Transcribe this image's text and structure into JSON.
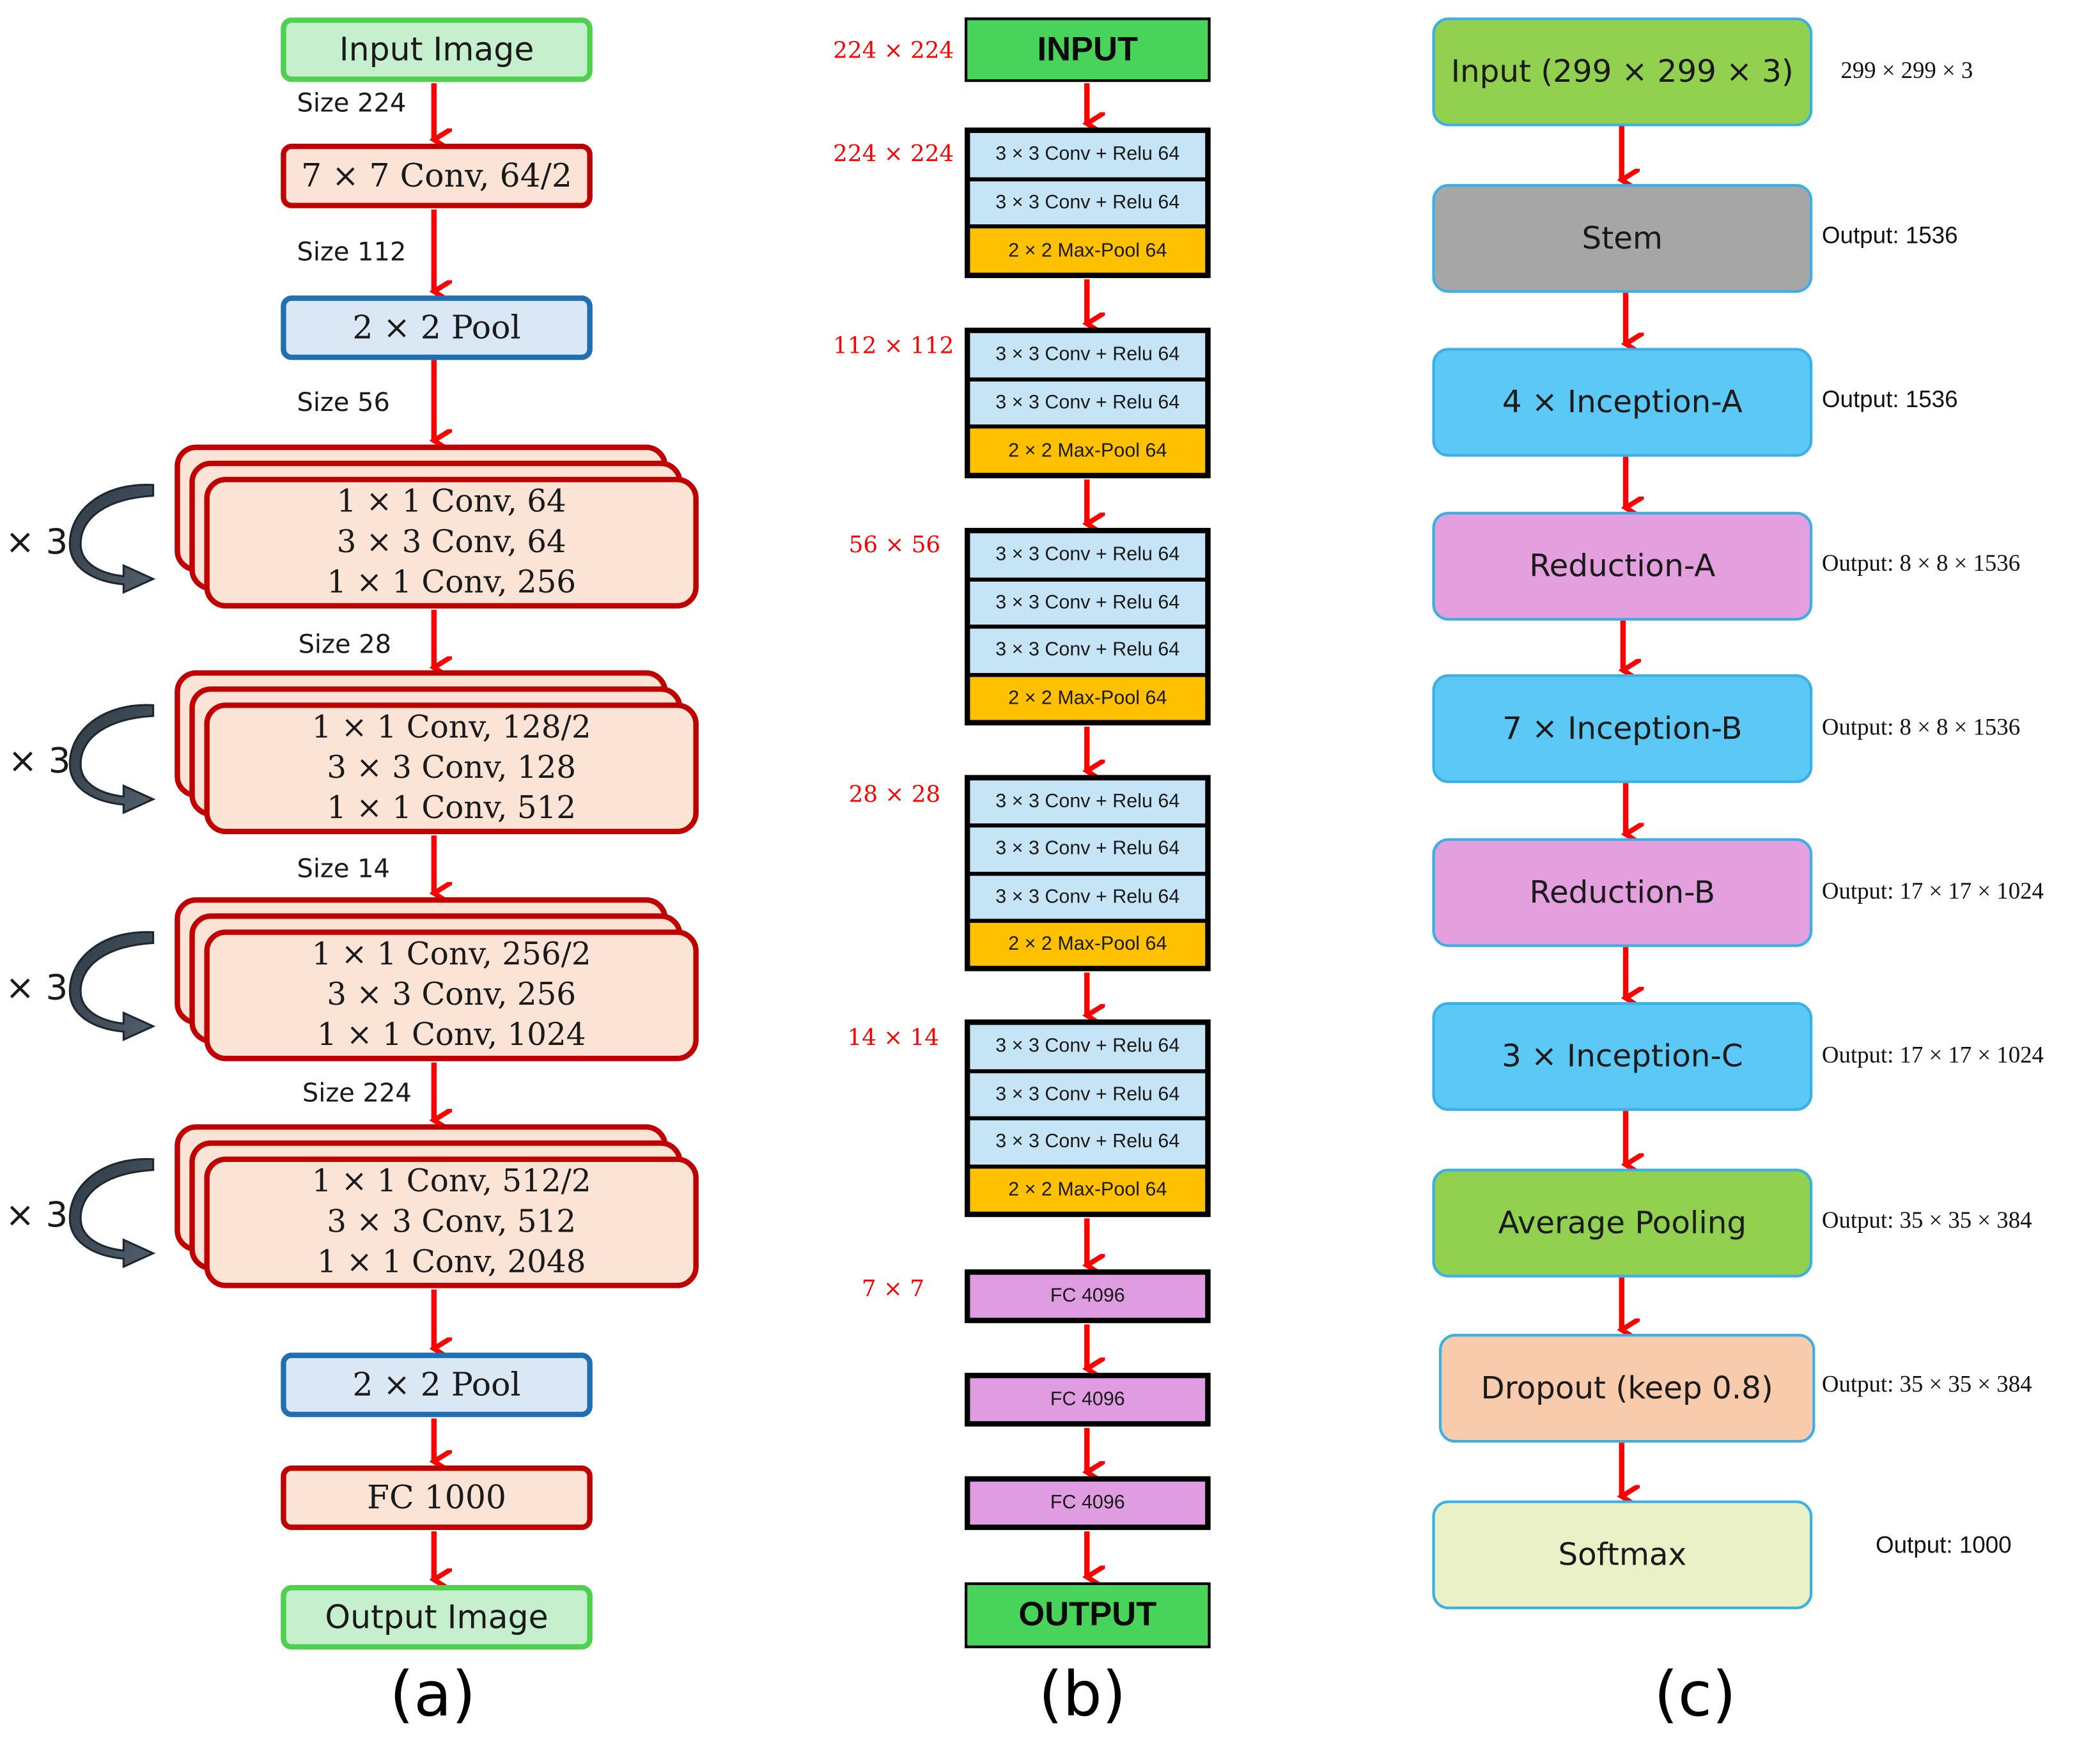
{
  "panel_a": {
    "caption": "(a)",
    "input": "Input Image",
    "size_224": "Size 224",
    "conv7": "7 × 7 Conv, 64/2",
    "size_112": "Size 112",
    "pool1": "2 × 2 Pool",
    "size_56": "Size 56",
    "stage1": [
      "1 × 1 Conv, 64",
      "3 × 3 Conv, 64",
      "1 × 1 Conv, 256"
    ],
    "size_28": "Size 28",
    "stage2": [
      "1 × 1 Conv, 128/2",
      "3 × 3 Conv, 128",
      "1 × 1 Conv, 512"
    ],
    "size_14": "Size 14",
    "stage3": [
      "1 × 1 Conv, 256/2",
      "3 × 3 Conv, 256",
      "1 × 1 Conv, 1024"
    ],
    "size_224b": "Size 224",
    "stage4": [
      "1 × 1 Conv, 512/2",
      "3 × 3 Conv, 512",
      "1 × 1 Conv, 2048"
    ],
    "repeat": "× 3",
    "pool2": "2 × 2 Pool",
    "fc": "FC 1000",
    "output": "Output Image"
  },
  "panel_b": {
    "caption": "(b)",
    "input": "INPUT",
    "output": "OUTPUT",
    "conv_label": "3 × 3 Conv + Relu 64",
    "pool_label": "2 × 2 Max-Pool 64",
    "fc_label": "FC 4096",
    "dims": [
      "224 × 224",
      "224 × 224",
      "112 × 112",
      "56 × 56",
      "28 × 28",
      "14 × 14",
      "7 × 7"
    ]
  },
  "panel_c": {
    "caption": "(c)",
    "blocks": [
      {
        "label": "Input (299 × 299 × 3)",
        "note": "299 × 299 × 3",
        "color": "#92d050"
      },
      {
        "label": "Stem",
        "note": "Output: 1536",
        "color": "#a6a6a6"
      },
      {
        "label": "4 × Inception-A",
        "note": "Output: 1536",
        "color": "#5bc8f5"
      },
      {
        "label": "Reduction-A",
        "note": "Output: 8 × 8 × 1536",
        "color": "#e4a0de"
      },
      {
        "label": "7 × Inception-B",
        "note": "Output: 8 × 8 × 1536",
        "color": "#5bc8f5"
      },
      {
        "label": "Reduction-B",
        "note": "Output: 17 × 17 × 1024",
        "color": "#e4a0de"
      },
      {
        "label": "3 × Inception-C",
        "note": "Output: 17 × 17 × 1024",
        "color": "#5bc8f5"
      },
      {
        "label": "Average Pooling",
        "note": "Output: 35 × 35 × 384",
        "color": "#92d050"
      },
      {
        "label": "Dropout (keep 0.8)",
        "note": "Output: 35 × 35 × 384",
        "color": "#f8cbad"
      },
      {
        "label": "Softmax",
        "note": "Output: 1000",
        "color": "#ebf1c6"
      }
    ]
  },
  "colors": {
    "arrow": "#ff0000",
    "curved_arrow": "#3b4752"
  }
}
